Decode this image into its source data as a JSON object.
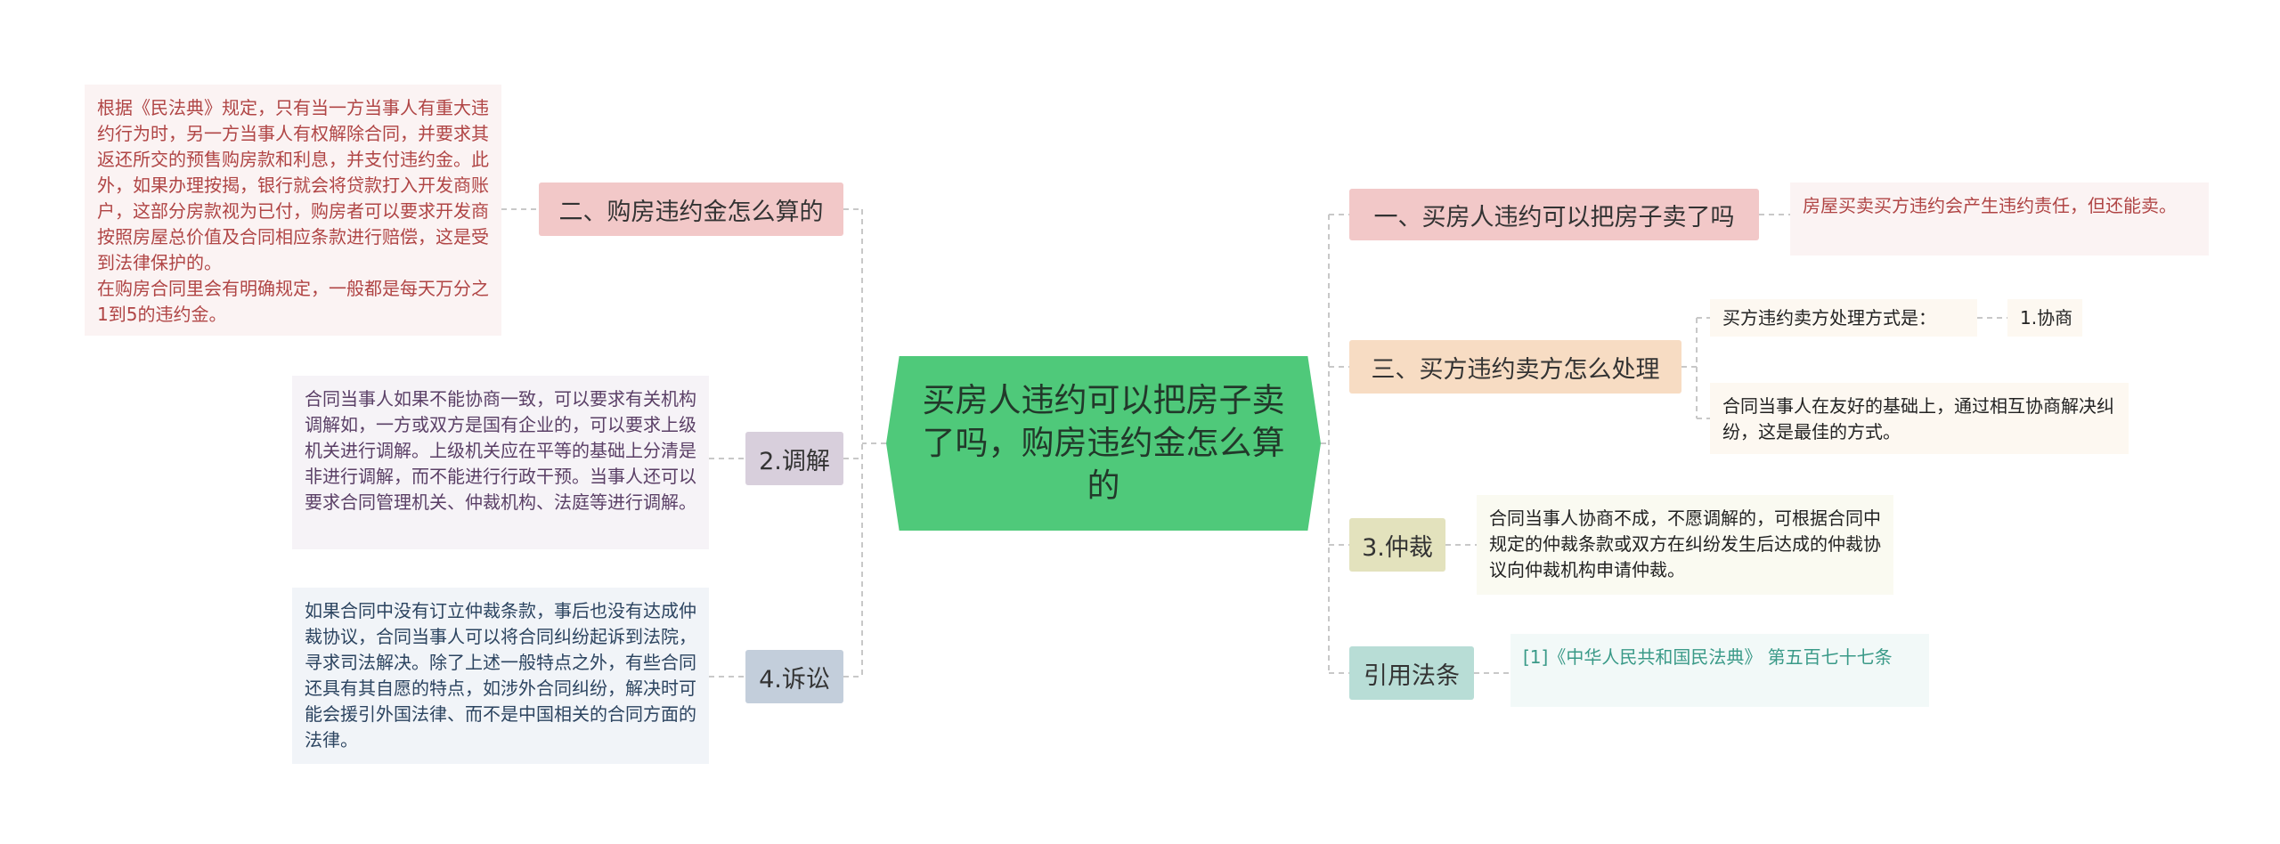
{
  "center_topic": "买房人违约可以把房子卖了吗，购房违约金怎么算的",
  "branches": {
    "b1": {
      "label": "一、买房人违约可以把房子卖了吗",
      "leaf": "房屋买卖买方违约会产生违约责任，但还能卖。"
    },
    "b2": {
      "label": "二、购房违约金怎么算的",
      "leaf": "根据《民法典》规定，只有当一方当事人有重大违约行为时，另一方当事人有权解除合同，并要求其返还所交的预售购房款和利息，并支付违约金。此外，如果办理按揭，银行就会将贷款打入开发商账户，这部分房款视为已付，购房者可以要求开发商按照房屋总价值及合同相应条款进行赔偿，这是受到法律保护的。",
      "leaf2": "在购房合同里会有明确规定，一般都是每天万分之1到5的违约金。"
    },
    "b3": {
      "label": "三、买方违约卖方怎么处理",
      "sub1": "买方违约卖方处理方式是：",
      "sub1_child": "1.协商",
      "sub2": "合同当事人在友好的基础上，通过相互协商解决纠纷，这是最佳的方式。"
    },
    "b4": {
      "label": "2.调解",
      "leaf": "合同当事人如果不能协商一致，可以要求有关机构调解如，一方或双方是国有企业的，可以要求上级机关进行调解。上级机关应在平等的基础上分清是非进行调解，而不能进行行政干预。当事人还可以要求合同管理机关、仲裁机构、法庭等进行调解。"
    },
    "b5": {
      "label": "3.仲裁",
      "leaf": "合同当事人协商不成，不愿调解的，可根据合同中规定的仲裁条款或双方在纠纷发生后达成的仲裁协议向仲裁机构申请仲裁。"
    },
    "b6": {
      "label": "4.诉讼",
      "leaf": "如果合同中没有订立仲裁条款，事后也没有达成仲裁协议，合同当事人可以将合同纠纷起诉到法院，寻求司法解决。除了上述一般特点之外，有些合同还具有其自愿的特点，如涉外合同纠纷，解决时可能会援引外国法律、而不是中国相关的合同方面的法律。"
    },
    "b7": {
      "label": "引用法条",
      "leaf": "[1]《中华人民共和国民法典》 第五百七十七条"
    }
  },
  "colors": {
    "center": "#4fc97a",
    "red": "#f2c8c8",
    "orange": "#f7dcc3",
    "purple": "#d8cfdc",
    "blue": "#c3cedb",
    "yellow": "#e3e2bd",
    "teal": "#b8ddd6",
    "connector": "#c8c8c8"
  }
}
